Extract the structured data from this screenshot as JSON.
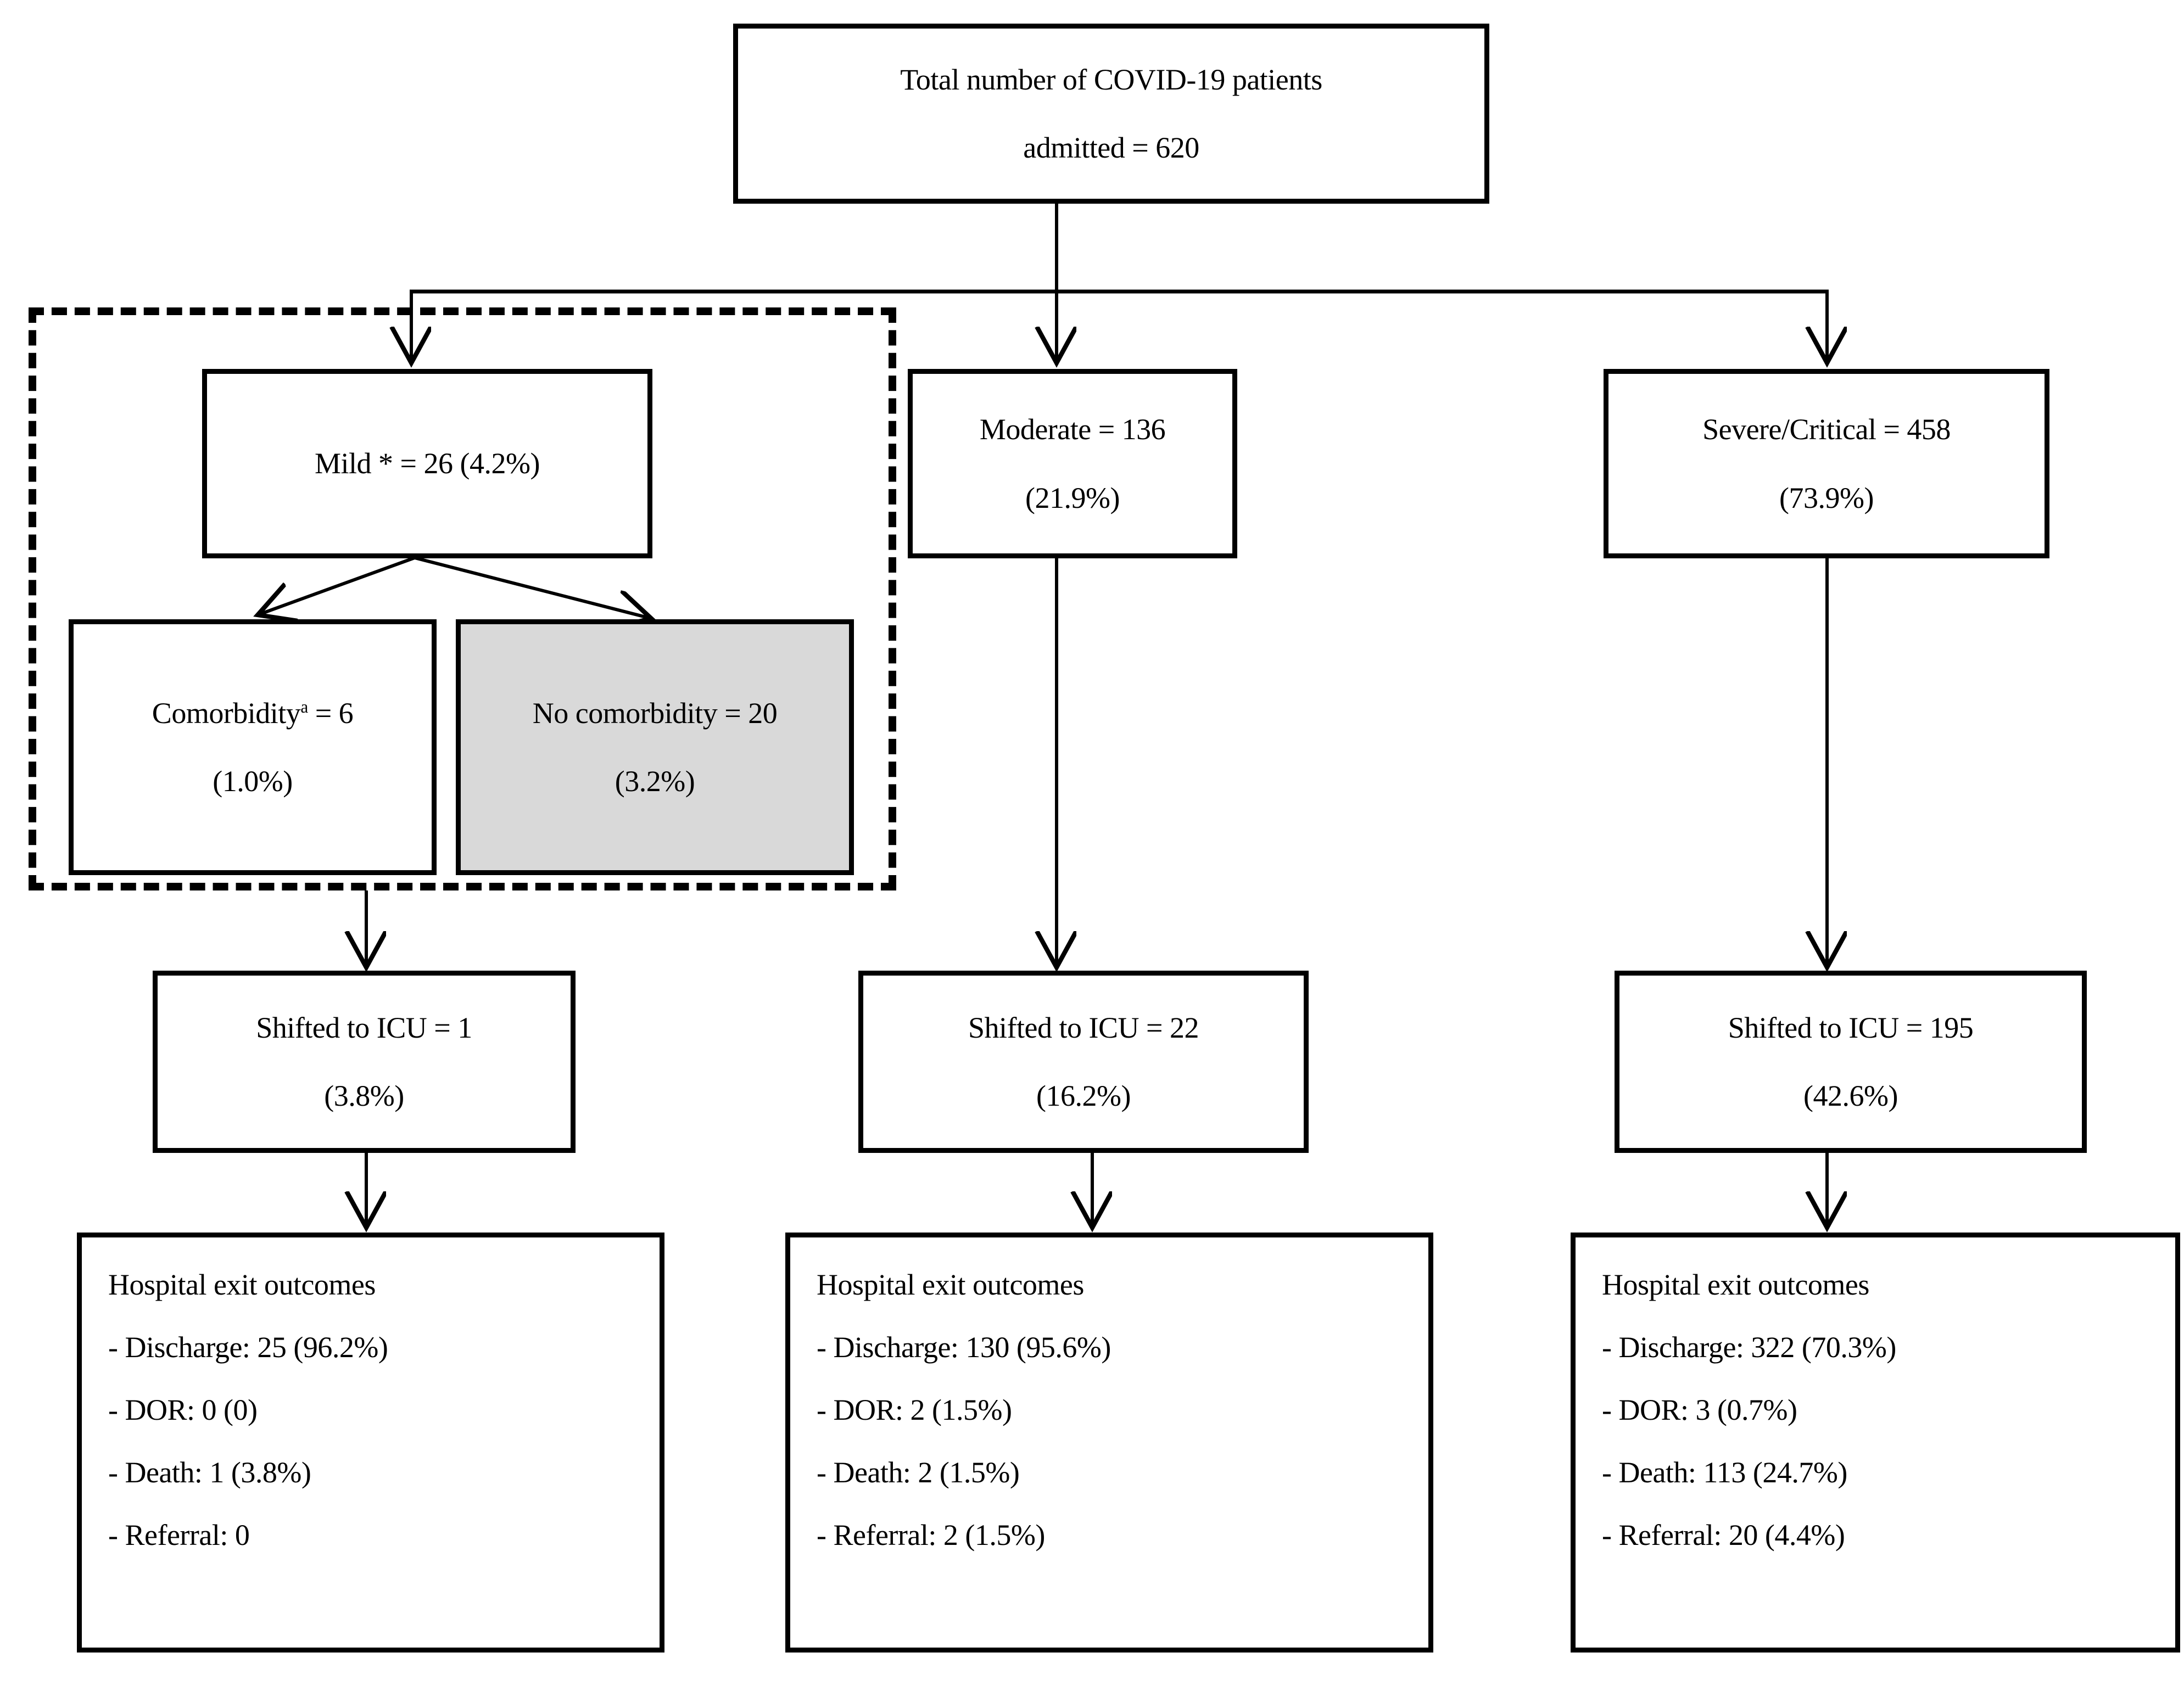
{
  "diagram": {
    "title": "COVID-19 hospital admission flow",
    "colors": {
      "line": "#000000",
      "box_border": "#000000",
      "box_fill": "#ffffff",
      "shaded_fill": "#d9d9d9",
      "text": "#000000"
    }
  },
  "nodes": {
    "total": {
      "line1": "Total number of COVID-19 patients",
      "line2": "admitted = 620"
    },
    "mild": {
      "line1": "Mild * = 26 (4.2%)",
      "line2": ""
    },
    "moderate": {
      "line1": "Moderate = 136",
      "line2": "(21.9%)"
    },
    "severe": {
      "line1": "Severe/Critical = 458",
      "line2": "(73.9%)"
    },
    "comorbidity": {
      "label": "Comorbidity",
      "superscript": "a",
      "line1_rest": " = 6",
      "line2": "(1.0%)"
    },
    "no_comorbidity": {
      "line1": "No comorbidity = 20",
      "line2": "(3.2%)"
    },
    "icu_mild": {
      "line1": "Shifted to ICU = 1",
      "line2": "(3.8%)"
    },
    "icu_moderate": {
      "line1": "Shifted to ICU = 22",
      "line2": "(16.2%)"
    },
    "icu_severe": {
      "line1": "Shifted to ICU = 195",
      "line2": "(42.6%)"
    },
    "outcomes_mild": {
      "heading": "Hospital exit outcomes",
      "items": [
        "- Discharge: 25 (96.2%)",
        "- DOR: 0 (0)",
        "- Death: 1 (3.8%)",
        "- Referral: 0"
      ]
    },
    "outcomes_moderate": {
      "heading": "Hospital exit outcomes",
      "items": [
        "- Discharge: 130 (95.6%)",
        "- DOR: 2 (1.5%)",
        "- Death: 2 (1.5%)",
        "- Referral: 2 (1.5%)"
      ]
    },
    "outcomes_severe": {
      "heading": "Hospital exit outcomes",
      "items": [
        "- Discharge: 322 (70.3%)",
        "- DOR: 3 (0.7%)",
        "- Death: 113 (24.7%)",
        "- Referral: 20 (4.4%)"
      ]
    }
  },
  "chart_data": {
    "type": "table",
    "title": "COVID-19 hospital admission flow",
    "total_admitted": 620,
    "severity_groups": [
      {
        "name": "Mild",
        "n": 26,
        "pct": 4.2,
        "subgroups": [
          {
            "name": "Comorbidity",
            "n": 6,
            "pct": 1.0
          },
          {
            "name": "No comorbidity",
            "n": 20,
            "pct": 3.2
          }
        ],
        "shifted_to_icu": {
          "n": 1,
          "pct": 3.8
        },
        "outcomes": [
          {
            "name": "Discharge",
            "n": 25,
            "pct": 96.2
          },
          {
            "name": "DOR",
            "n": 0,
            "pct": 0
          },
          {
            "name": "Death",
            "n": 1,
            "pct": 3.8
          },
          {
            "name": "Referral",
            "n": 0,
            "pct": null
          }
        ]
      },
      {
        "name": "Moderate",
        "n": 136,
        "pct": 21.9,
        "subgroups": [],
        "shifted_to_icu": {
          "n": 22,
          "pct": 16.2
        },
        "outcomes": [
          {
            "name": "Discharge",
            "n": 130,
            "pct": 95.6
          },
          {
            "name": "DOR",
            "n": 2,
            "pct": 1.5
          },
          {
            "name": "Death",
            "n": 2,
            "pct": 1.5
          },
          {
            "name": "Referral",
            "n": 2,
            "pct": 1.5
          }
        ]
      },
      {
        "name": "Severe/Critical",
        "n": 458,
        "pct": 73.9,
        "subgroups": [],
        "shifted_to_icu": {
          "n": 195,
          "pct": 42.6
        },
        "outcomes": [
          {
            "name": "Discharge",
            "n": 322,
            "pct": 70.3
          },
          {
            "name": "DOR",
            "n": 3,
            "pct": 0.7
          },
          {
            "name": "Death",
            "n": 113,
            "pct": 24.7
          },
          {
            "name": "Referral",
            "n": 20,
            "pct": 4.4
          }
        ]
      }
    ]
  }
}
